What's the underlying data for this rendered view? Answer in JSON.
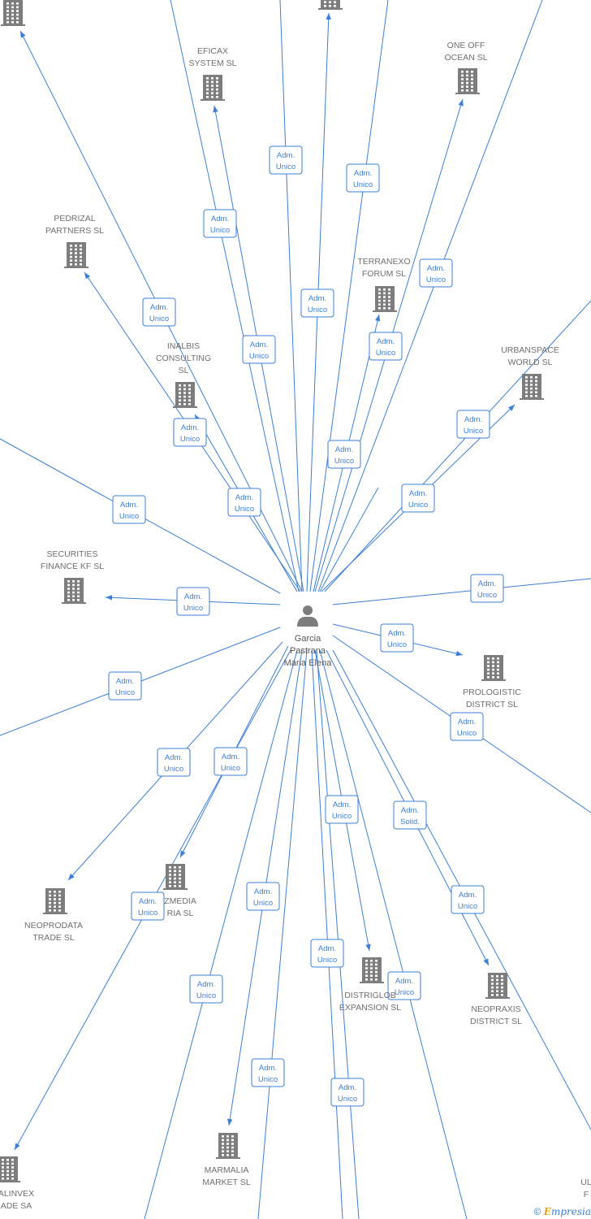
{
  "center": {
    "name_lines": [
      "Garcia",
      "Pastrana",
      "Maria Elena"
    ]
  },
  "companies": [
    {
      "id": "top-left",
      "lines": []
    },
    {
      "id": "top-center",
      "lines": []
    },
    {
      "id": "eficax",
      "lines": [
        "EFICAX",
        "SYSTEM SL"
      ]
    },
    {
      "id": "one-off",
      "lines": [
        "ONE OFF",
        "OCEAN  SL"
      ]
    },
    {
      "id": "pedrizal",
      "lines": [
        "PEDRIZAL",
        "PARTNERS  SL"
      ]
    },
    {
      "id": "terranexo",
      "lines": [
        "TERRANEXO",
        "FORUM  SL"
      ]
    },
    {
      "id": "inalbis",
      "lines": [
        "INALBIS",
        "CONSULTING",
        "SL"
      ]
    },
    {
      "id": "urbanspace",
      "lines": [
        "URBANSPACE",
        "WORLD  SL"
      ]
    },
    {
      "id": "securities",
      "lines": [
        "SECURITIES",
        "FINANCE KF  SL"
      ]
    },
    {
      "id": "prologistic",
      "lines": [
        "PROLOGISTIC",
        "DISTRICT  SL"
      ]
    },
    {
      "id": "neoprodata",
      "lines": [
        "NEOPRODATA",
        "TRADE  SL"
      ]
    },
    {
      "id": "zmedia",
      "lines": [
        "ZMEDIA",
        "RIA  SL"
      ]
    },
    {
      "id": "distriglobe",
      "lines": [
        "DISTRIGLOB",
        "EXPANSION  SL"
      ]
    },
    {
      "id": "neopraxis",
      "lines": [
        "NEOPRAXIS",
        "DISTRICT  SL"
      ]
    },
    {
      "id": "marmalia",
      "lines": [
        "MARMALIA",
        "MARKET  SL"
      ]
    },
    {
      "id": "alinvex",
      "lines": [
        "ALINVEX",
        "ADE SA"
      ]
    },
    {
      "id": "ul-right",
      "lines": [
        "UL",
        "F"
      ]
    }
  ],
  "edge_labels": [
    [
      "Adm.",
      "Unico"
    ],
    [
      "Adm.",
      "Unico"
    ],
    [
      "Adm.",
      "Unico"
    ],
    [
      "Adm.",
      "Unico"
    ],
    [
      "Adm.",
      "Unico"
    ],
    [
      "Adm.",
      "Unico"
    ],
    [
      "Adm.",
      "Unico"
    ],
    [
      "Adm.",
      "Unico"
    ],
    [
      "Adm.",
      "Unico"
    ],
    [
      "Adm.",
      "Unico"
    ],
    [
      "Adm.",
      "Unico"
    ],
    [
      "Adm.",
      "Unico"
    ],
    [
      "Adm.",
      "Unico"
    ],
    [
      "Adm.",
      "Unico"
    ],
    [
      "Adm.",
      "Unico"
    ],
    [
      "Adm.",
      "Unico"
    ],
    [
      "Adm.",
      "Unico"
    ],
    [
      "Adm.",
      "Unico"
    ],
    [
      "Adm.",
      "Unico"
    ],
    [
      "Adm.",
      "Unico"
    ],
    [
      "Adm.",
      "Unico"
    ],
    [
      "Adm.",
      "Unico"
    ],
    [
      "Adm.",
      "Solid."
    ],
    [
      "Adm.",
      "Unico"
    ],
    [
      "Adm.",
      "Unico"
    ],
    [
      "Adm.",
      "Unico"
    ],
    [
      "Adm.",
      "Unico"
    ],
    [
      "Adm.",
      "Unico"
    ],
    [
      "Adm.",
      "Unico"
    ]
  ],
  "footer": {
    "copyright": "©",
    "brand_first": "E",
    "brand_rest": "mpresia"
  },
  "colors": {
    "edge": "#3d7fd6",
    "node": "#7d7d7d",
    "label": "#6f6f6f"
  }
}
